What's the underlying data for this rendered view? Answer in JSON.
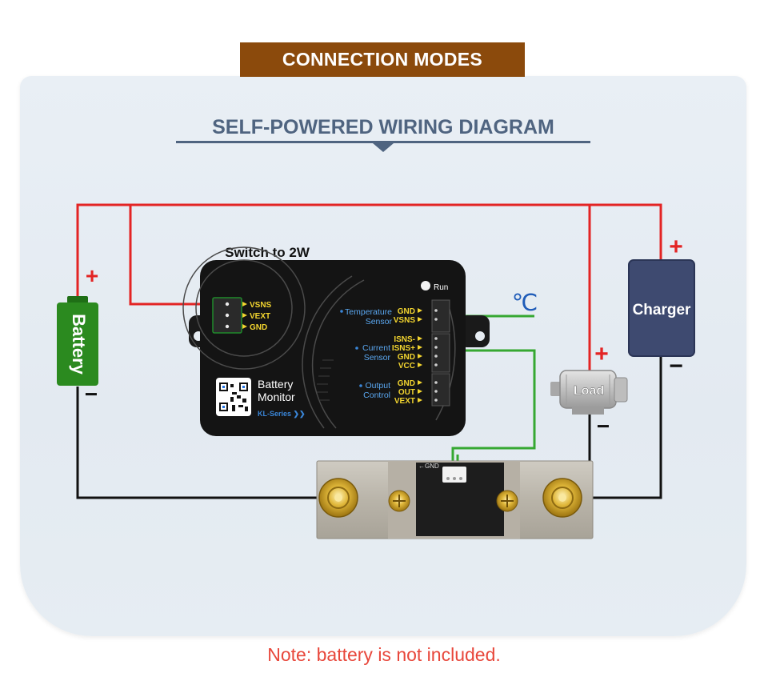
{
  "header": {
    "title": "CONNECTION MODES"
  },
  "diagram": {
    "subtitle": "SELF-POWERED WIRING DIAGRAM",
    "switch_label": "Switch to 2W",
    "battery": {
      "label": "Battery",
      "plus": "+",
      "minus": "−"
    },
    "charger": {
      "label": "Charger",
      "plus": "+",
      "minus": "−"
    },
    "load": {
      "label": "Load",
      "plus": "+",
      "minus": "−"
    },
    "temperature_symbol": "℃",
    "monitor": {
      "name_line1": "Battery",
      "name_line2": "Monitor",
      "series": "KL-Series ❯❯",
      "run_label": "Run",
      "left_pins": [
        "VSNS",
        "VEXT",
        "GND"
      ],
      "groups": [
        {
          "label_line1": "Temperature",
          "label_line2": "Sensor",
          "pins": [
            "GND",
            "VSNS"
          ]
        },
        {
          "label_line1": "Current",
          "label_line2": "Sensor",
          "pins": [
            "ISNS-",
            "ISNS+",
            "GND",
            "VCC"
          ]
        },
        {
          "label_line1": "Output",
          "label_line2": "Control",
          "pins": [
            "GND",
            "OUT",
            "VEXT"
          ]
        }
      ]
    },
    "shunt": {
      "marking": "←GND"
    }
  },
  "note": "Note: battery is not included.",
  "colors": {
    "positive_wire": "#e32424",
    "negative_wire": "#111111",
    "signal_wire": "#36a832",
    "banner": "#8b4a0c",
    "accent": "#4f6480",
    "note": "#e8473b",
    "charger": "#3e4a70",
    "battery": "#2b8a1f"
  }
}
